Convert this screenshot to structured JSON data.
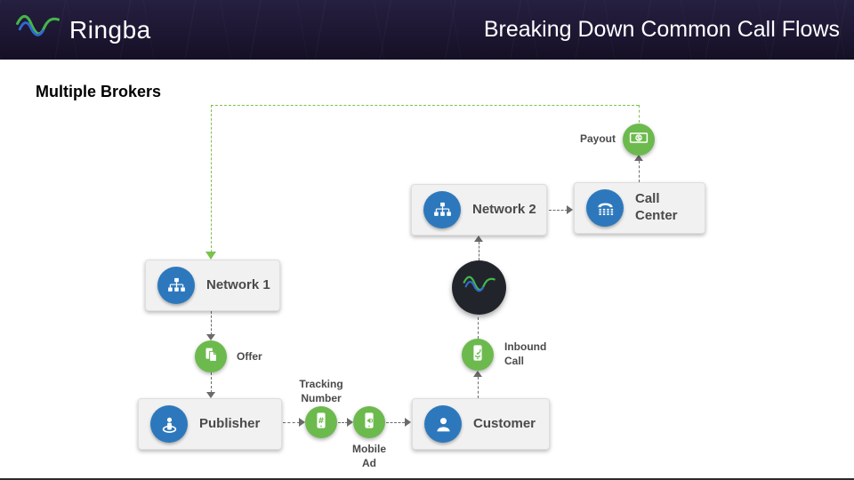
{
  "header": {
    "brand": "Ringba",
    "title": "Breaking Down Common Call Flows"
  },
  "main": {
    "subtitle": "Multiple Brokers"
  },
  "nodes": {
    "network1": {
      "label": "Network 1",
      "icon": "network-icon"
    },
    "network2": {
      "label": "Network 2",
      "icon": "network-icon"
    },
    "call_center": {
      "label": "Call Center",
      "icon": "desk-phone-icon"
    },
    "publisher": {
      "label": "Publisher",
      "icon": "publisher-person-icon"
    },
    "customer": {
      "label": "Customer",
      "icon": "customer-person-icon"
    }
  },
  "badges": {
    "payout": {
      "label": "Payout",
      "icon": "money-bill-icon"
    },
    "offer": {
      "label": "Offer",
      "icon": "documents-icon"
    },
    "tracking_number": {
      "label": "Tracking Number",
      "icon": "phone-hash-icon"
    },
    "mobile_ad": {
      "label": "Mobile Ad",
      "icon": "phone-megaphone-icon"
    },
    "inbound_call": {
      "label": "Inbound Call",
      "icon": "phone-inbound-icon"
    }
  },
  "hub": {
    "icon": "ringba-wave-icon"
  },
  "colors": {
    "header_bg": "#1d1733",
    "node_icon_blue": "#2d78bd",
    "badge_green": "#6cba4d",
    "connector_gray": "#6b6b6b",
    "connector_green": "#7bc24f",
    "hub_dark": "#21252b",
    "box_bg": "#f1f1f1",
    "logo_green": "#45b649",
    "logo_blue": "#3069d0"
  }
}
